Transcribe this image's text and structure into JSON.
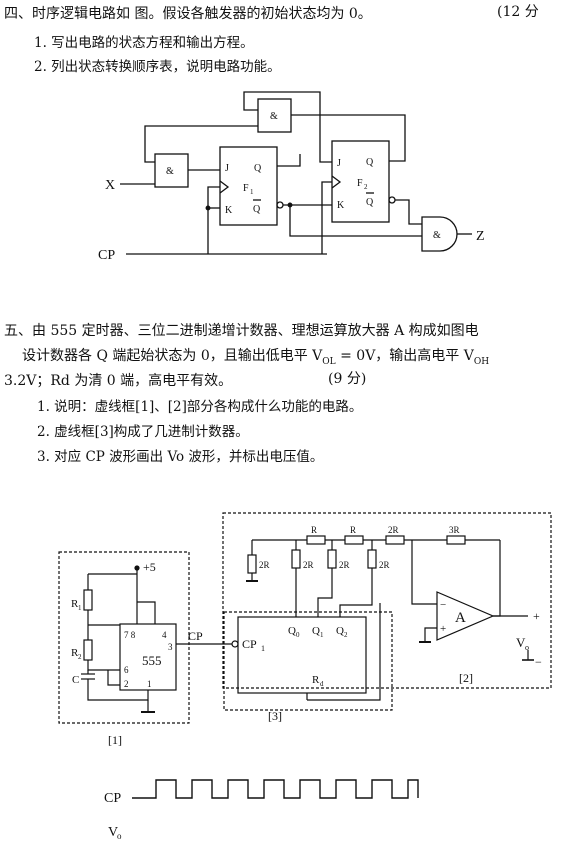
{
  "q4": {
    "title": "四、时序逻辑电路如  图。假设各触发器的初始状态均为 0。",
    "score": "(12 分",
    "items": [
      "1.   写出电路的状态方程和输出方程。",
      "2.   列出状态转换顺序表，说明电路功能。"
    ]
  },
  "q5": {
    "line1": "五、由 555 定时器、三位二进制递增计数器、理想运算放大器 A 构成如图电",
    "line2": "设计数器各 Q 端起始状态为 0，且输出低电平 V",
    "line2_ol": "OL",
    "line2_mid": " = 0V，输出高电平 V",
    "line2_oh": "OH",
    "line3": "3.2V；Rd 为清 0 端，高电平有效。",
    "score": "(9 分)",
    "items": [
      "1.   说明：虚线框[1]、[2]部分各构成什么功能的电路。",
      "2.   虚线框[3]构成了几进制计数器。",
      "3.   对应 CP 波形画出 Vo 波形，并标出电压值。"
    ]
  },
  "fig1": {
    "X": "X",
    "Z": "Z",
    "CP": "CP",
    "and1": "&",
    "and_top": "&",
    "and_out": "&",
    "J": "J",
    "K": "K",
    "Q": "Q",
    "Qbar": "Q",
    "F1": "F",
    "F1_sub": "1",
    "F2": "F",
    "F2_sub": "2"
  },
  "fig2": {
    "vcc": "+5",
    "R1": "R",
    "R1_sub": "1",
    "R2": "R",
    "R2_sub": "2",
    "C": "C",
    "pins_78": "7 8",
    "pin4": "4",
    "pin3": "3",
    "pin6": "6",
    "pin2": "2",
    "pin1": "1",
    "chip": "555",
    "box1": "[1]",
    "CP": "CP",
    "CP1": "CP",
    "CP1_sub": "1",
    "Q0": "Q",
    "Q0_sub": "0",
    "Q1": "Q",
    "Q1_sub": "1",
    "Q2": "Q",
    "Q2_sub": "2",
    "Rd": "R",
    "Rd_sub": "d",
    "box3": "[3]",
    "r_R": "R",
    "r_2R": "2R",
    "r_3R": "3R",
    "opamp": "A",
    "plus": "+",
    "minus": "−",
    "Vo": "V",
    "Vo_sub": "o",
    "box2": "[2]"
  },
  "wave": {
    "CP": "CP",
    "Vo": "V",
    "Vo_sub": "o"
  }
}
